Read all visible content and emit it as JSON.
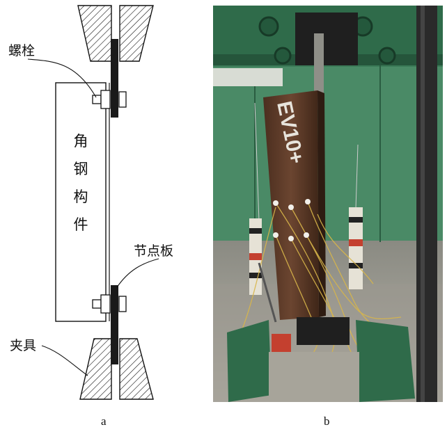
{
  "panel_a": {
    "labels": {
      "bolt": "螺栓",
      "gusset_plate": "节点板",
      "fixture": "夹具"
    },
    "member_chars": [
      "角",
      "钢",
      "构",
      "件"
    ],
    "caption": "a"
  },
  "panel_b": {
    "specimen_marking": "EV10+",
    "caption": "b"
  },
  "colors": {
    "line": "#111111",
    "plate": "#1a1a1a",
    "machine_green": "#2f6b4a",
    "specimen_rust": "#5a3a28"
  }
}
